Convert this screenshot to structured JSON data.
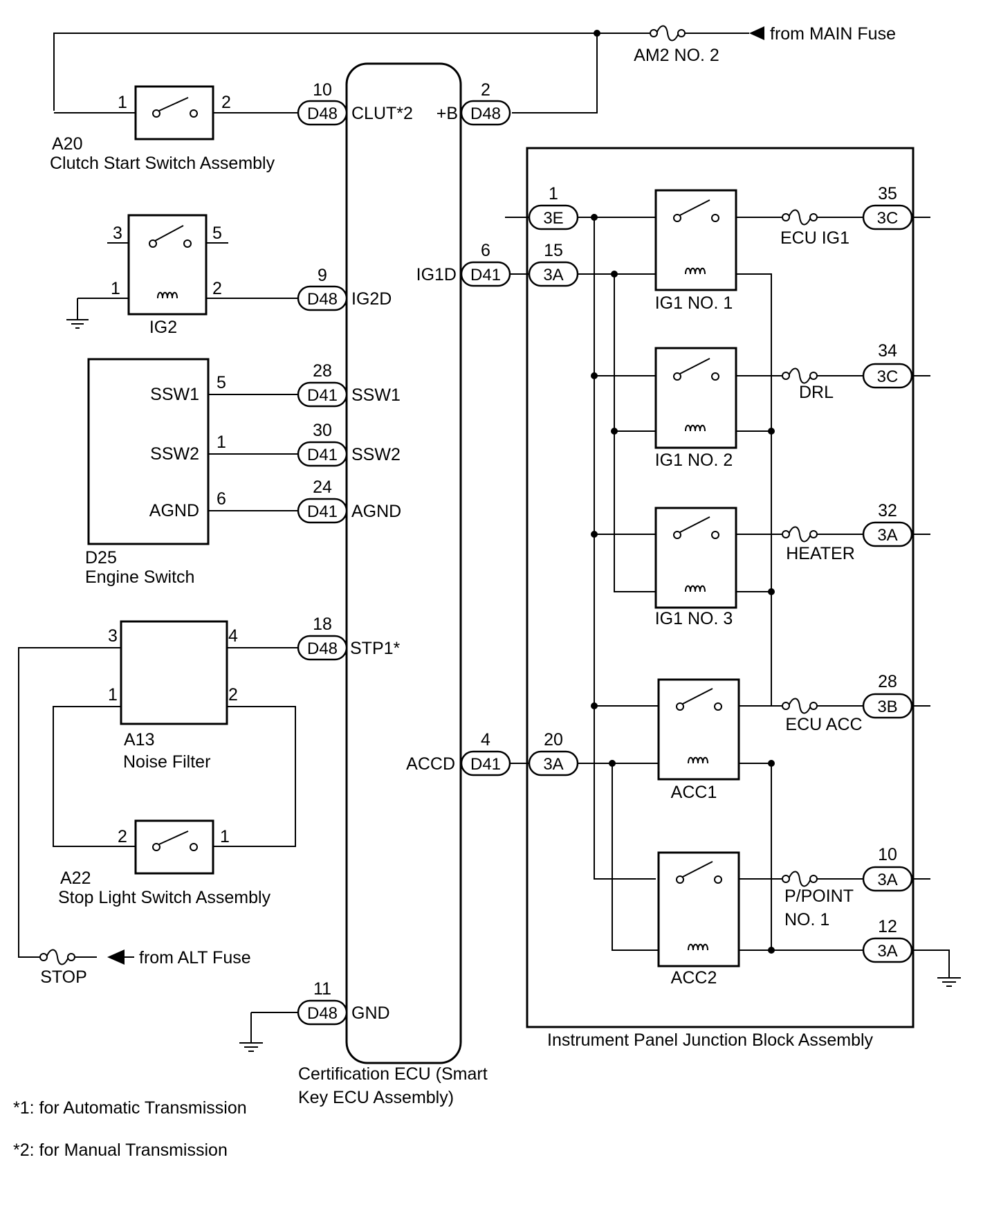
{
  "sources": {
    "main_fuse": "from MAIN Fuse",
    "alt_fuse": "from ALT Fuse"
  },
  "fuses": {
    "am2": "AM2 NO. 2",
    "stop": "STOP",
    "ecu_ig1": "ECU IG1",
    "drl": "DRL",
    "heater": "HEATER",
    "ecu_acc": "ECU ACC",
    "ppoint_1": "P/POINT",
    "ppoint_2": "NO. 1"
  },
  "components": {
    "a20": {
      "code": "A20",
      "name": "Clutch Start Switch Assembly",
      "pin_in": "1",
      "pin_out": "2"
    },
    "ig2": {
      "name": "IG2",
      "pins": [
        "3",
        "5",
        "1",
        "2"
      ]
    },
    "d25": {
      "code": "D25",
      "name": "Engine Switch",
      "terms": [
        "SSW1",
        "SSW2",
        "AGND"
      ],
      "pins": [
        "5",
        "1",
        "6"
      ]
    },
    "a13": {
      "code": "A13",
      "name": "Noise Filter",
      "pins": [
        "3",
        "4",
        "1",
        "2"
      ]
    },
    "a22": {
      "code": "A22",
      "name": "Stop Light Switch Assembly",
      "pins": [
        "2",
        "1"
      ]
    },
    "ecu": {
      "name_line1": "Certification ECU (Smart",
      "name_line2": "Key ECU Assembly)"
    },
    "jb": {
      "name": "Instrument Panel Junction Block Assembly"
    }
  },
  "ecu_pins": {
    "clut": {
      "num": "10",
      "conn": "D48",
      "label": "CLUT*2"
    },
    "plusb": {
      "num": "2",
      "conn": "D48",
      "label": "+B"
    },
    "ig2d": {
      "num": "9",
      "conn": "D48",
      "label": "IG2D"
    },
    "ig1d": {
      "num": "6",
      "conn": "D41",
      "label": "IG1D"
    },
    "ssw1": {
      "num": "28",
      "conn": "D41",
      "label": "SSW1"
    },
    "ssw2": {
      "num": "30",
      "conn": "D41",
      "label": "SSW2"
    },
    "agnd": {
      "num": "24",
      "conn": "D41",
      "label": "AGND"
    },
    "stp1": {
      "num": "18",
      "conn": "D48",
      "label": "STP1*"
    },
    "accd": {
      "num": "4",
      "conn": "D41",
      "label": "ACCD"
    },
    "gnd": {
      "num": "11",
      "conn": "D48",
      "label": "GND"
    }
  },
  "jb_inputs": {
    "in_3e": {
      "num": "1",
      "conn": "3E"
    },
    "in_ig": {
      "num": "15",
      "conn": "3A"
    },
    "in_acc": {
      "num": "20",
      "conn": "3A"
    }
  },
  "jb_outputs": {
    "ecu_ig1": {
      "num": "35",
      "conn": "3C"
    },
    "drl": {
      "num": "34",
      "conn": "3C"
    },
    "heater": {
      "num": "32",
      "conn": "3A"
    },
    "ecu_acc": {
      "num": "28",
      "conn": "3B"
    },
    "ppoint": {
      "num": "10",
      "conn": "3A"
    },
    "ground": {
      "num": "12",
      "conn": "3A"
    }
  },
  "relays": {
    "ig1_1": "IG1 NO. 1",
    "ig1_2": "IG1 NO. 2",
    "ig1_3": "IG1 NO. 3",
    "acc1": "ACC1",
    "acc2": "ACC2"
  },
  "notes": {
    "n1": "*1: for Automatic Transmission",
    "n2": "*2: for Manual Transmission"
  }
}
